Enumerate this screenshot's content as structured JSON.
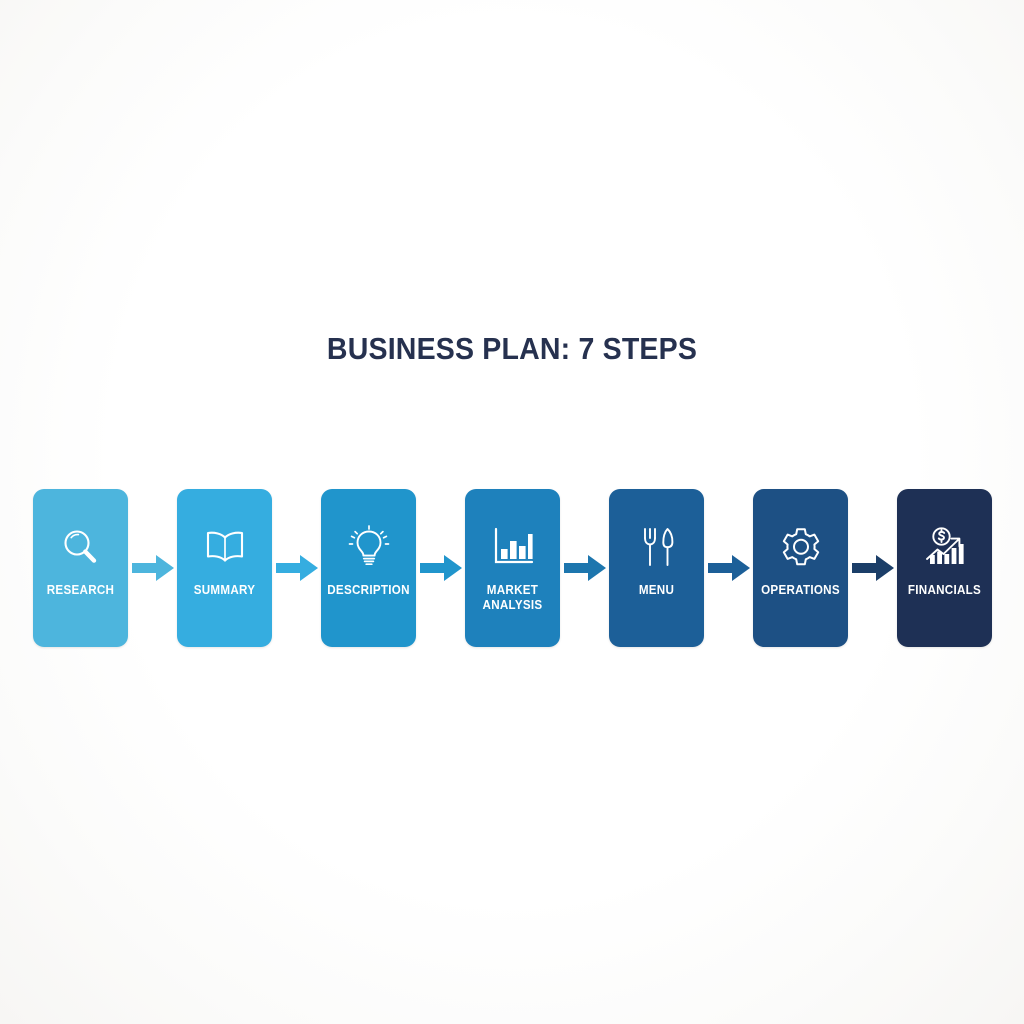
{
  "page": {
    "background_color": "#ffffff",
    "title_color": "#26314f"
  },
  "header": {
    "title": "BUSINESS PLAN: 7 STEPS"
  },
  "diagram": {
    "type": "process-flow",
    "orientation": "horizontal",
    "step_count": 7,
    "connector": "right-arrow",
    "label_color": "#ffffff",
    "steps": [
      {
        "index": 1,
        "label": "RESEARCH",
        "icon": "magnifier-icon",
        "color": "#4db5dd",
        "arrow_color": "#4db5dd"
      },
      {
        "index": 2,
        "label": "SUMMARY",
        "icon": "open-book-icon",
        "color": "#35ade0",
        "arrow_color": "#35ade0"
      },
      {
        "index": 3,
        "label": "DESCRIPTION",
        "icon": "lightbulb-icon",
        "color": "#2095cc",
        "arrow_color": "#2095cc"
      },
      {
        "index": 4,
        "label": "MARKET ANALYSIS",
        "icon": "bar-chart-icon",
        "color": "#1e81bc",
        "arrow_color": "#1d76ae"
      },
      {
        "index": 5,
        "label": "MENU",
        "icon": "fork-knife-icon",
        "color": "#1c5f98",
        "arrow_color": "#1c5f98"
      },
      {
        "index": 6,
        "label": "OPERATIONS",
        "icon": "gear-icon",
        "color": "#1d5084",
        "arrow_color": "#1b3e68"
      },
      {
        "index": 7,
        "label": "FINANCIALS",
        "icon": "dollar-growth-chart-icon",
        "color": "#1e3055",
        "arrow_color": "#1e3055"
      }
    ]
  }
}
